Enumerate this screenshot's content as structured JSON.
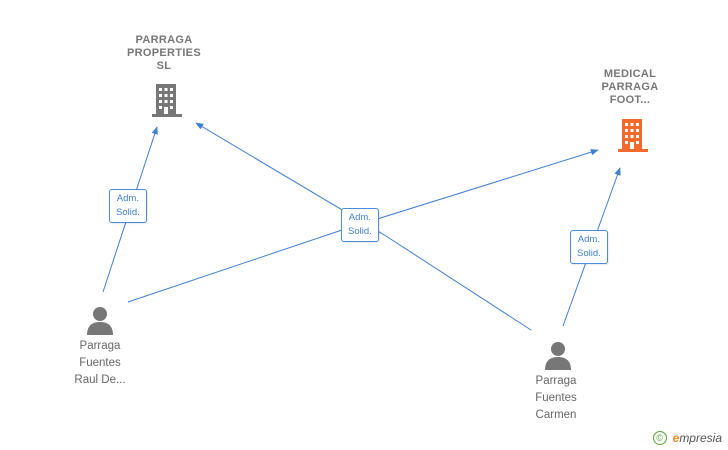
{
  "companies": [
    {
      "id": "parraga-properties",
      "label": "PARRAGA\nPROPERTIES\nSL",
      "color": "#777777"
    },
    {
      "id": "medical-parraga",
      "label": "MEDICAL\nPARRAGA\nFOOT...",
      "color": "#f26a2e"
    }
  ],
  "persons": [
    {
      "id": "raul",
      "label": "Parraga\nFuentes\nRaul De..."
    },
    {
      "id": "carmen",
      "label": "Parraga\nFuentes\nCarmen"
    }
  ],
  "relations": [
    {
      "from": "raul",
      "to": "parraga-properties",
      "label": "Adm.\nSolid."
    },
    {
      "from": "raul",
      "to": "medical-parraga",
      "label": "Adm.\nSolid."
    },
    {
      "from": "carmen",
      "to": "parraga-properties",
      "label": "Adm.\nSolid."
    },
    {
      "from": "carmen",
      "to": "medical-parraga",
      "label": "Adm.\nSolid."
    }
  ],
  "edge_color": "#3f7fd0",
  "footer": {
    "copyright_symbol": "©",
    "brand_initial": "e",
    "brand_rest": "mpresia"
  }
}
